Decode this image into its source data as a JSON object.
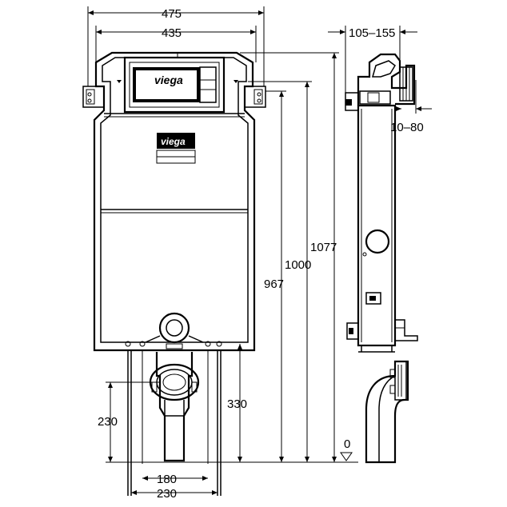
{
  "brand": {
    "logo_top": "viega",
    "logo_mid": "viega"
  },
  "dimensions": {
    "w475": "475",
    "w435": "435",
    "h1077": "1077",
    "h1000": "1000",
    "h967": "967",
    "h330": "330",
    "h230": "230",
    "w180": "180",
    "w230": "230",
    "depth": "105–155",
    "offset": "10–80",
    "floor": "0"
  }
}
